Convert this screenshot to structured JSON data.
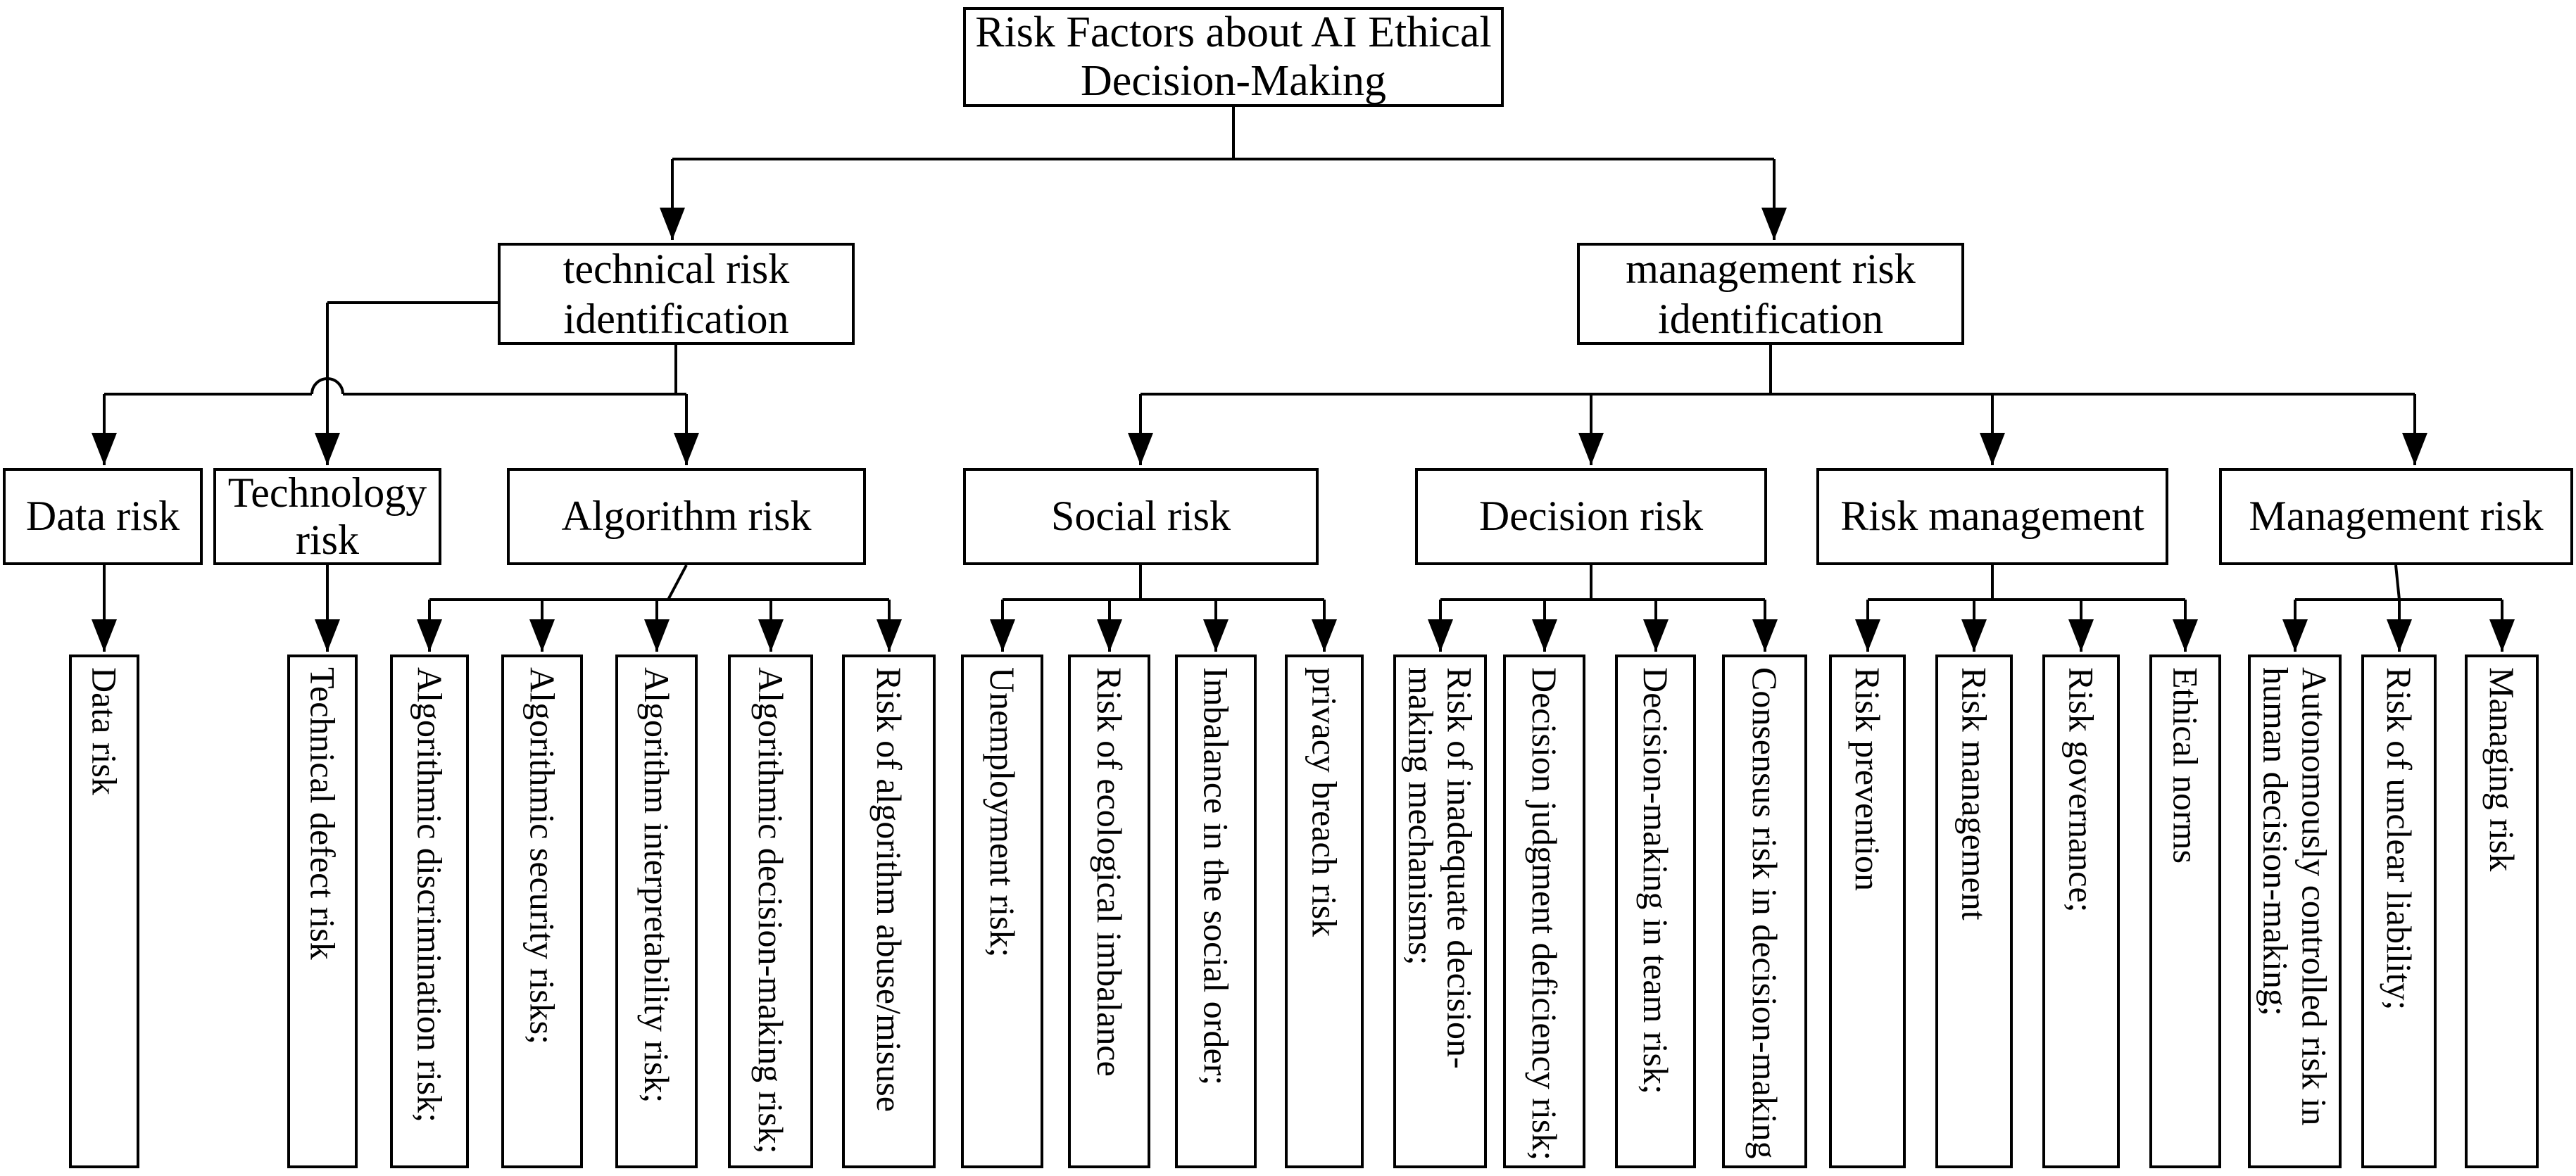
{
  "title": "Risk Factors about AI Ethical Decision-Making",
  "root": {
    "label": "Risk Factors about AI Ethical Decision-Making"
  },
  "level2": {
    "technical": "technical risk identification",
    "management": "management risk identification"
  },
  "level3": {
    "data": "Data risk",
    "technology": "Technology risk",
    "algorithm": "Algorithm risk",
    "social": "Social risk",
    "decision": "Decision risk",
    "risk_management": "Risk management",
    "management": "Management risk"
  },
  "leaves": {
    "data": [
      "Data risk"
    ],
    "technology": [
      "Technical defect risk"
    ],
    "algorithm": [
      "Algorithmic discrimination risk;",
      "Algorithmic security risks;",
      "Algorithm interpretability risk;",
      "Algorithmic decision-making risk;",
      "Risk of algorithm abuse/misuse"
    ],
    "social": [
      "Unemployment risk;",
      "Risk of ecological imbalance",
      "Imbalance in the social order;",
      "privacy breach risk"
    ],
    "decision": [
      "Risk of inadequate decision-making mechanisms;",
      "Decision judgment deficiency risk;",
      "Decision-making in team risk;",
      "Consensus risk in decision-making"
    ],
    "risk_management": [
      "Risk prevention",
      "Risk management",
      "Risk governance;",
      "Ethical norms"
    ],
    "management": [
      "Autonomously controlled risk in human decision-making;",
      "Risk of unclear liability;",
      "Managing risk"
    ]
  },
  "colors": {
    "line": "#000000",
    "box_background": "#ffffff",
    "text": "#000000"
  }
}
